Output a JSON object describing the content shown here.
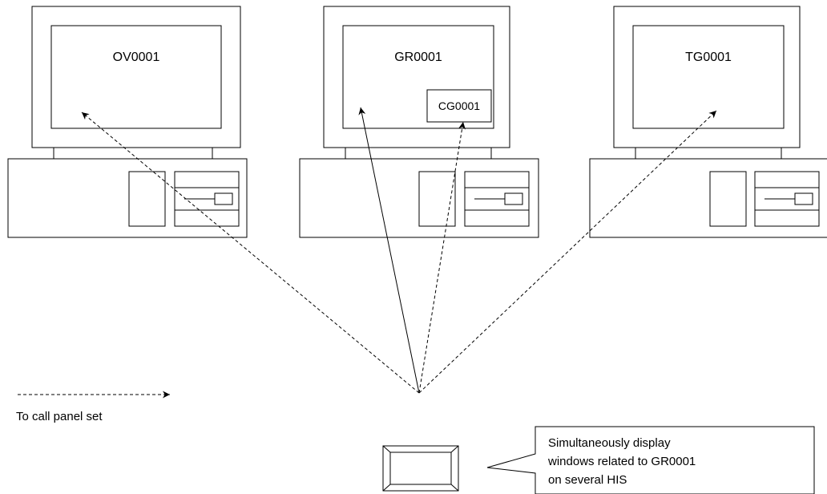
{
  "stations": [
    {
      "id": "left",
      "screen_label": "OV0001"
    },
    {
      "id": "center",
      "screen_label": "GR0001",
      "window_label": "CG0001"
    },
    {
      "id": "right",
      "screen_label": "TG0001"
    }
  ],
  "legend": {
    "label": "To call panel set"
  },
  "callout": {
    "lines": [
      "Simultaneously display",
      "windows related to GR0001",
      "on several HIS"
    ]
  }
}
